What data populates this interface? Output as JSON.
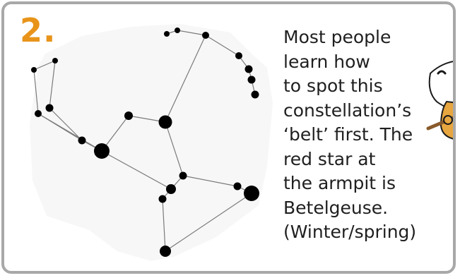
{
  "card": {
    "number": "2."
  },
  "clue": {
    "lines": [
      "Most people",
      "learn how",
      "to spot this",
      "constellation’s",
      "‘belt’ first. The",
      "red star at",
      "the armpit is",
      "Betelgeuse.",
      "(Winter/spring)"
    ]
  },
  "colors": {
    "accent": "#e8941a",
    "border": "#a8a8a8",
    "star": "#000000",
    "text": "#1f1f1f",
    "sky_patch": "#f7f7f7"
  },
  "constellation": {
    "star_icon": "filled-circle",
    "mascot_icon": "cartoon-character-peeking"
  }
}
